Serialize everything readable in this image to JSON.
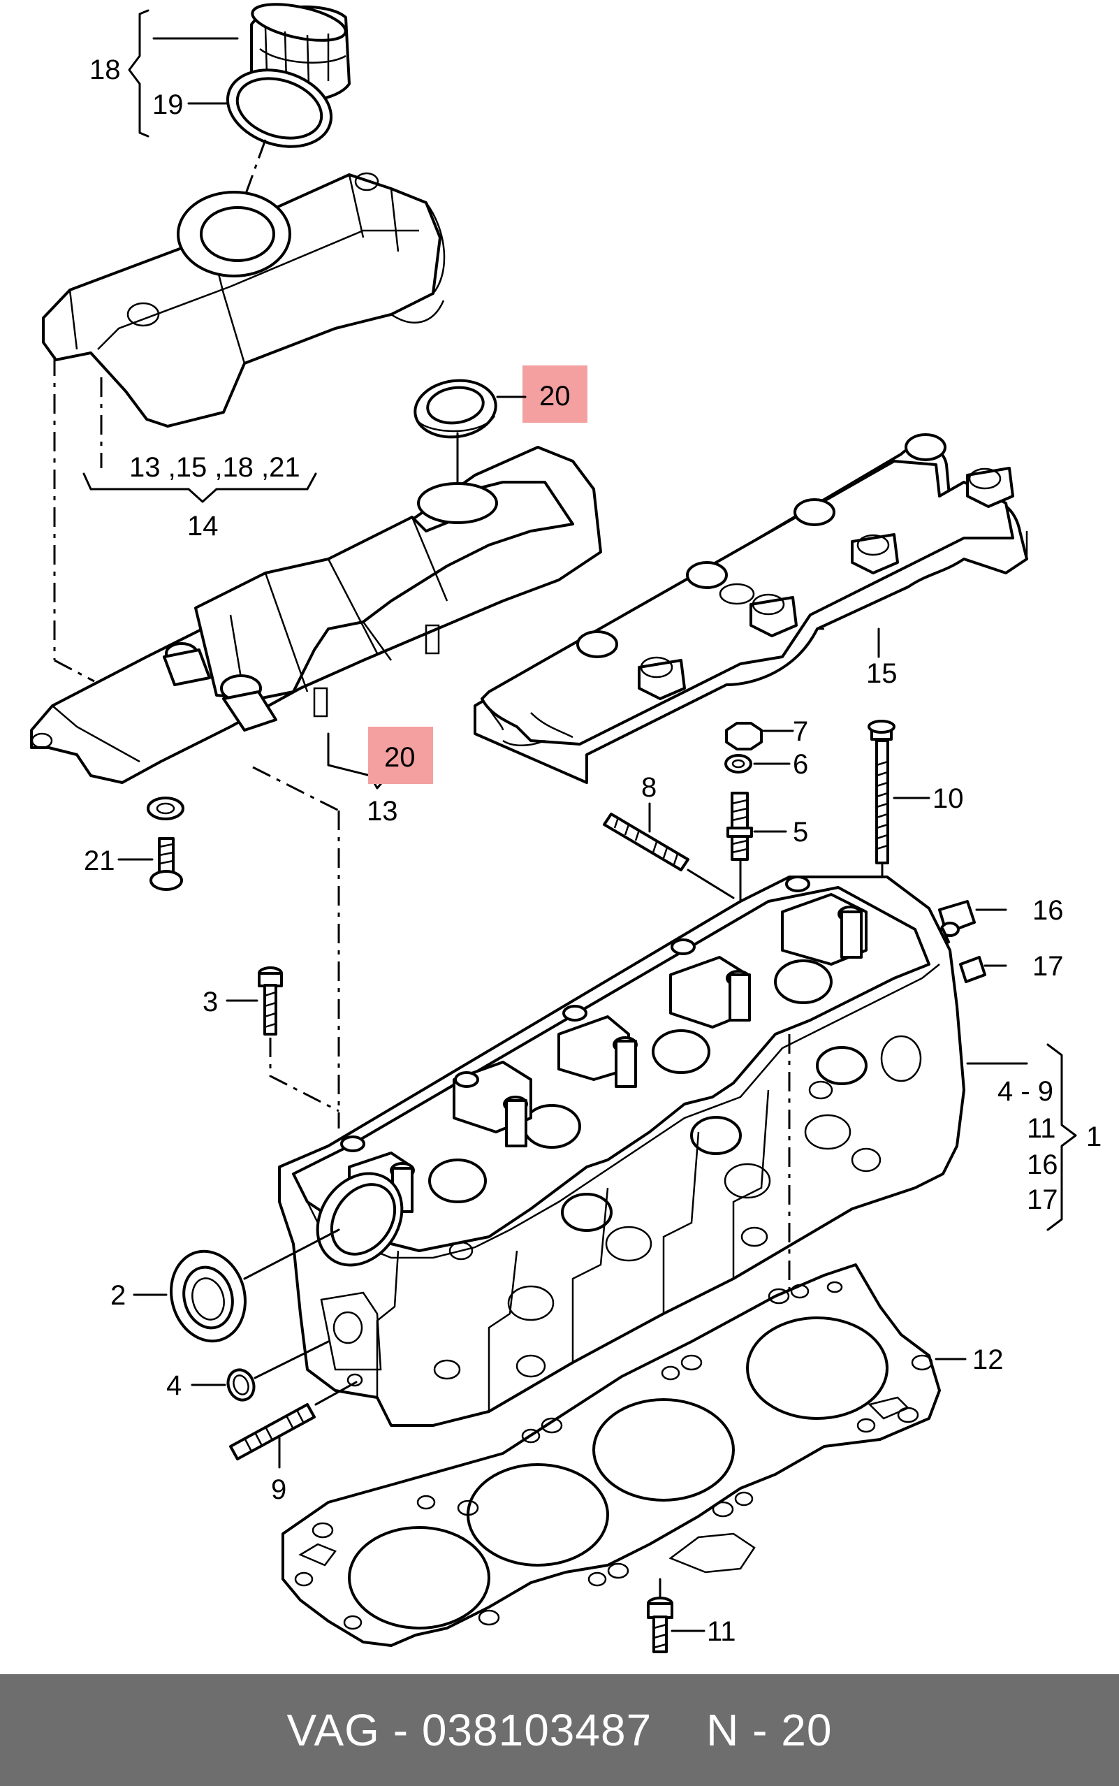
{
  "colors": {
    "footer_bg": "#6e6e6e",
    "footer_text": "#ffffff",
    "highlight": "#f4a0a0",
    "line": "#000000"
  },
  "callouts": {
    "c18": "18",
    "c19": "19",
    "c20_top": "20",
    "c13_15_18_21": "13 ,15 ,18 ,21",
    "c14": "14",
    "c15": "15",
    "c20_mid": "20",
    "c13": "13",
    "c21": "21",
    "c7": "7",
    "c6": "6",
    "c8": "8",
    "c5": "5",
    "c10": "10",
    "c16": "16",
    "c17": "17",
    "c3": "3",
    "c4_9": "4 - 9",
    "c11_group": "11",
    "c16_group": "16",
    "c17_group": "17",
    "c1": "1",
    "c2": "2",
    "c12": "12",
    "c4": "4",
    "c9": "9",
    "c11": "11"
  },
  "footer": {
    "part_label": "VAG - 038103487",
    "position_label": "N - 20"
  }
}
